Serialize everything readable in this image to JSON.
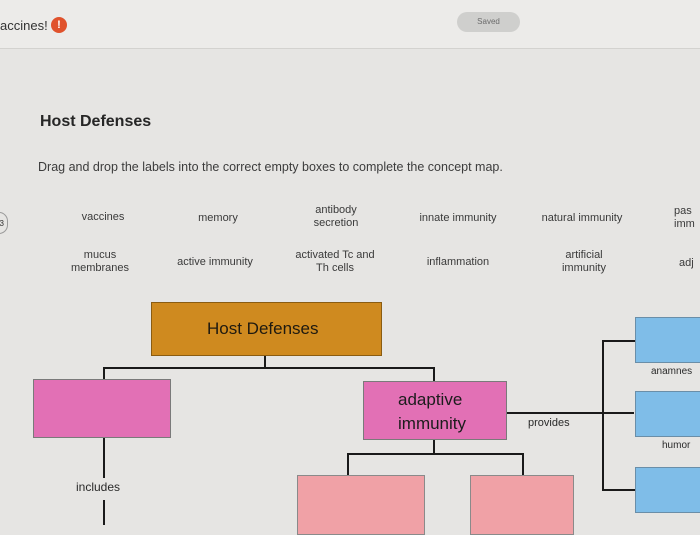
{
  "header": {
    "title_fragment": "accines!",
    "info_icon": "!",
    "saved": "Saved"
  },
  "question": {
    "title": "Host Defenses",
    "instructions": "Drag and drop the labels into the correct empty boxes to complete the concept map.",
    "side_tab": "3"
  },
  "label_bank": {
    "row1": [
      "vaccines",
      "memory",
      "antibody\nsecretion",
      "innate immunity",
      "natural immunity",
      "pas\nimm"
    ],
    "row2": [
      "mucus\nmembranes",
      "active immunity",
      "activated Tc and\nTh cells",
      "inflammation",
      "artificial\nimmunity",
      "adj"
    ]
  },
  "concept_map": {
    "root": "Host Defenses",
    "adaptive": "adaptive\nimmunity",
    "links": {
      "provides": "provides",
      "includes": "includes"
    },
    "edge_labels": [
      "anamnes",
      "humor"
    ]
  }
}
